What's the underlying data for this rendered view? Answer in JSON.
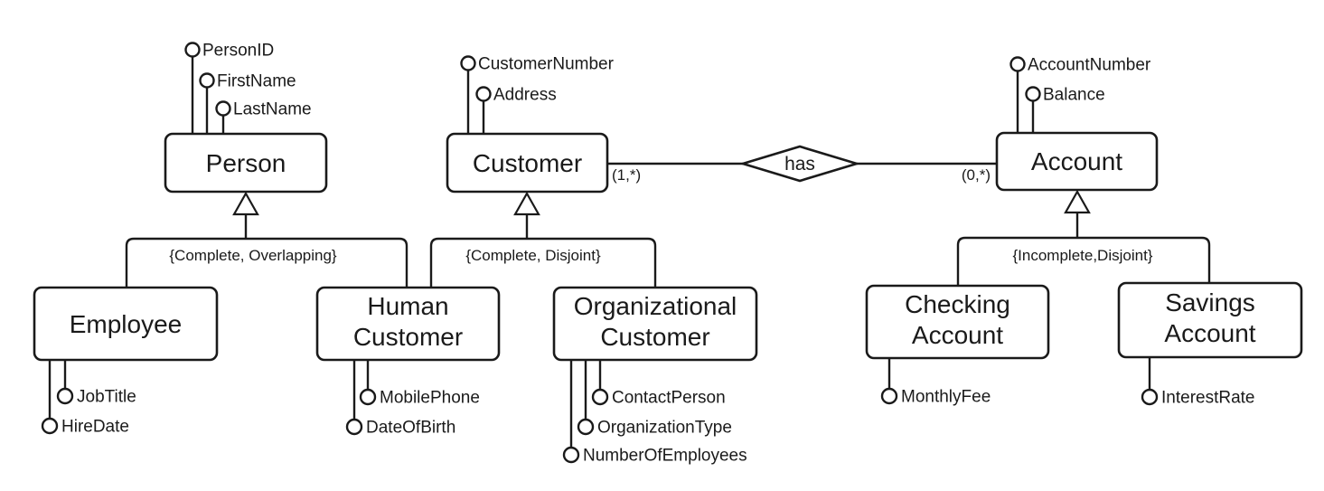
{
  "entities": {
    "person": {
      "label": "Person"
    },
    "customer": {
      "label": "Customer"
    },
    "account": {
      "label": "Account"
    },
    "employee": {
      "label": "Employee"
    },
    "human_customer": {
      "lines": [
        "Human",
        "Customer"
      ]
    },
    "organizational_customer": {
      "lines": [
        "Organizational",
        "Customer"
      ]
    },
    "checking_account": {
      "lines": [
        "Checking",
        "Account"
      ]
    },
    "savings_account": {
      "lines": [
        "Savings",
        "Account"
      ]
    }
  },
  "attributes": {
    "person": [
      "PersonID",
      "FirstName",
      "LastName"
    ],
    "customer": [
      "CustomerNumber",
      "Address"
    ],
    "account": [
      "AccountNumber",
      "Balance"
    ],
    "employee": [
      "JobTitle",
      "HireDate"
    ],
    "human_customer": [
      "MobilePhone",
      "DateOfBirth"
    ],
    "organizational_customer": [
      "ContactPerson",
      "OrganizationType",
      "NumberOfEmployees"
    ],
    "checking_account": [
      "MonthlyFee"
    ],
    "savings_account": [
      "InterestRate"
    ]
  },
  "relationship": {
    "label": "has",
    "customer_cardinality": "(1,*)",
    "account_cardinality": "(0,*)"
  },
  "generalizations": {
    "person": "{Complete, Overlapping}",
    "customer": "{Complete, Disjoint}",
    "account": "{Incomplete,Disjoint}"
  },
  "colors": {
    "line": "#1a1a1a",
    "background": "#ffffff"
  }
}
